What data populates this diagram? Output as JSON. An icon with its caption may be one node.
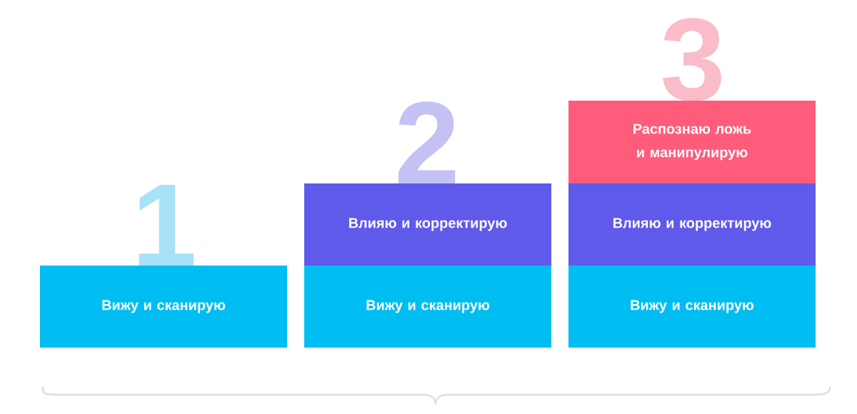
{
  "diagram": {
    "nodes": [
      {
        "text": [
          "Вижу и сканирую"
        ]
      },
      {
        "text": [
          "Влияю и корректирую"
        ]
      },
      {
        "text": [
          "Вижу и сканирую"
        ]
      },
      {
        "text": [
          "Распознаю ложь и манипулирую"
        ]
      },
      {
        "text": [
          "Влияю и корректирую"
        ]
      },
      {
        "text": [
          "Вижу и сканирую"
        ]
      }
    ],
    "edges": [],
    "labels": [
      "1",
      "2",
      "3"
    ]
  }
}
